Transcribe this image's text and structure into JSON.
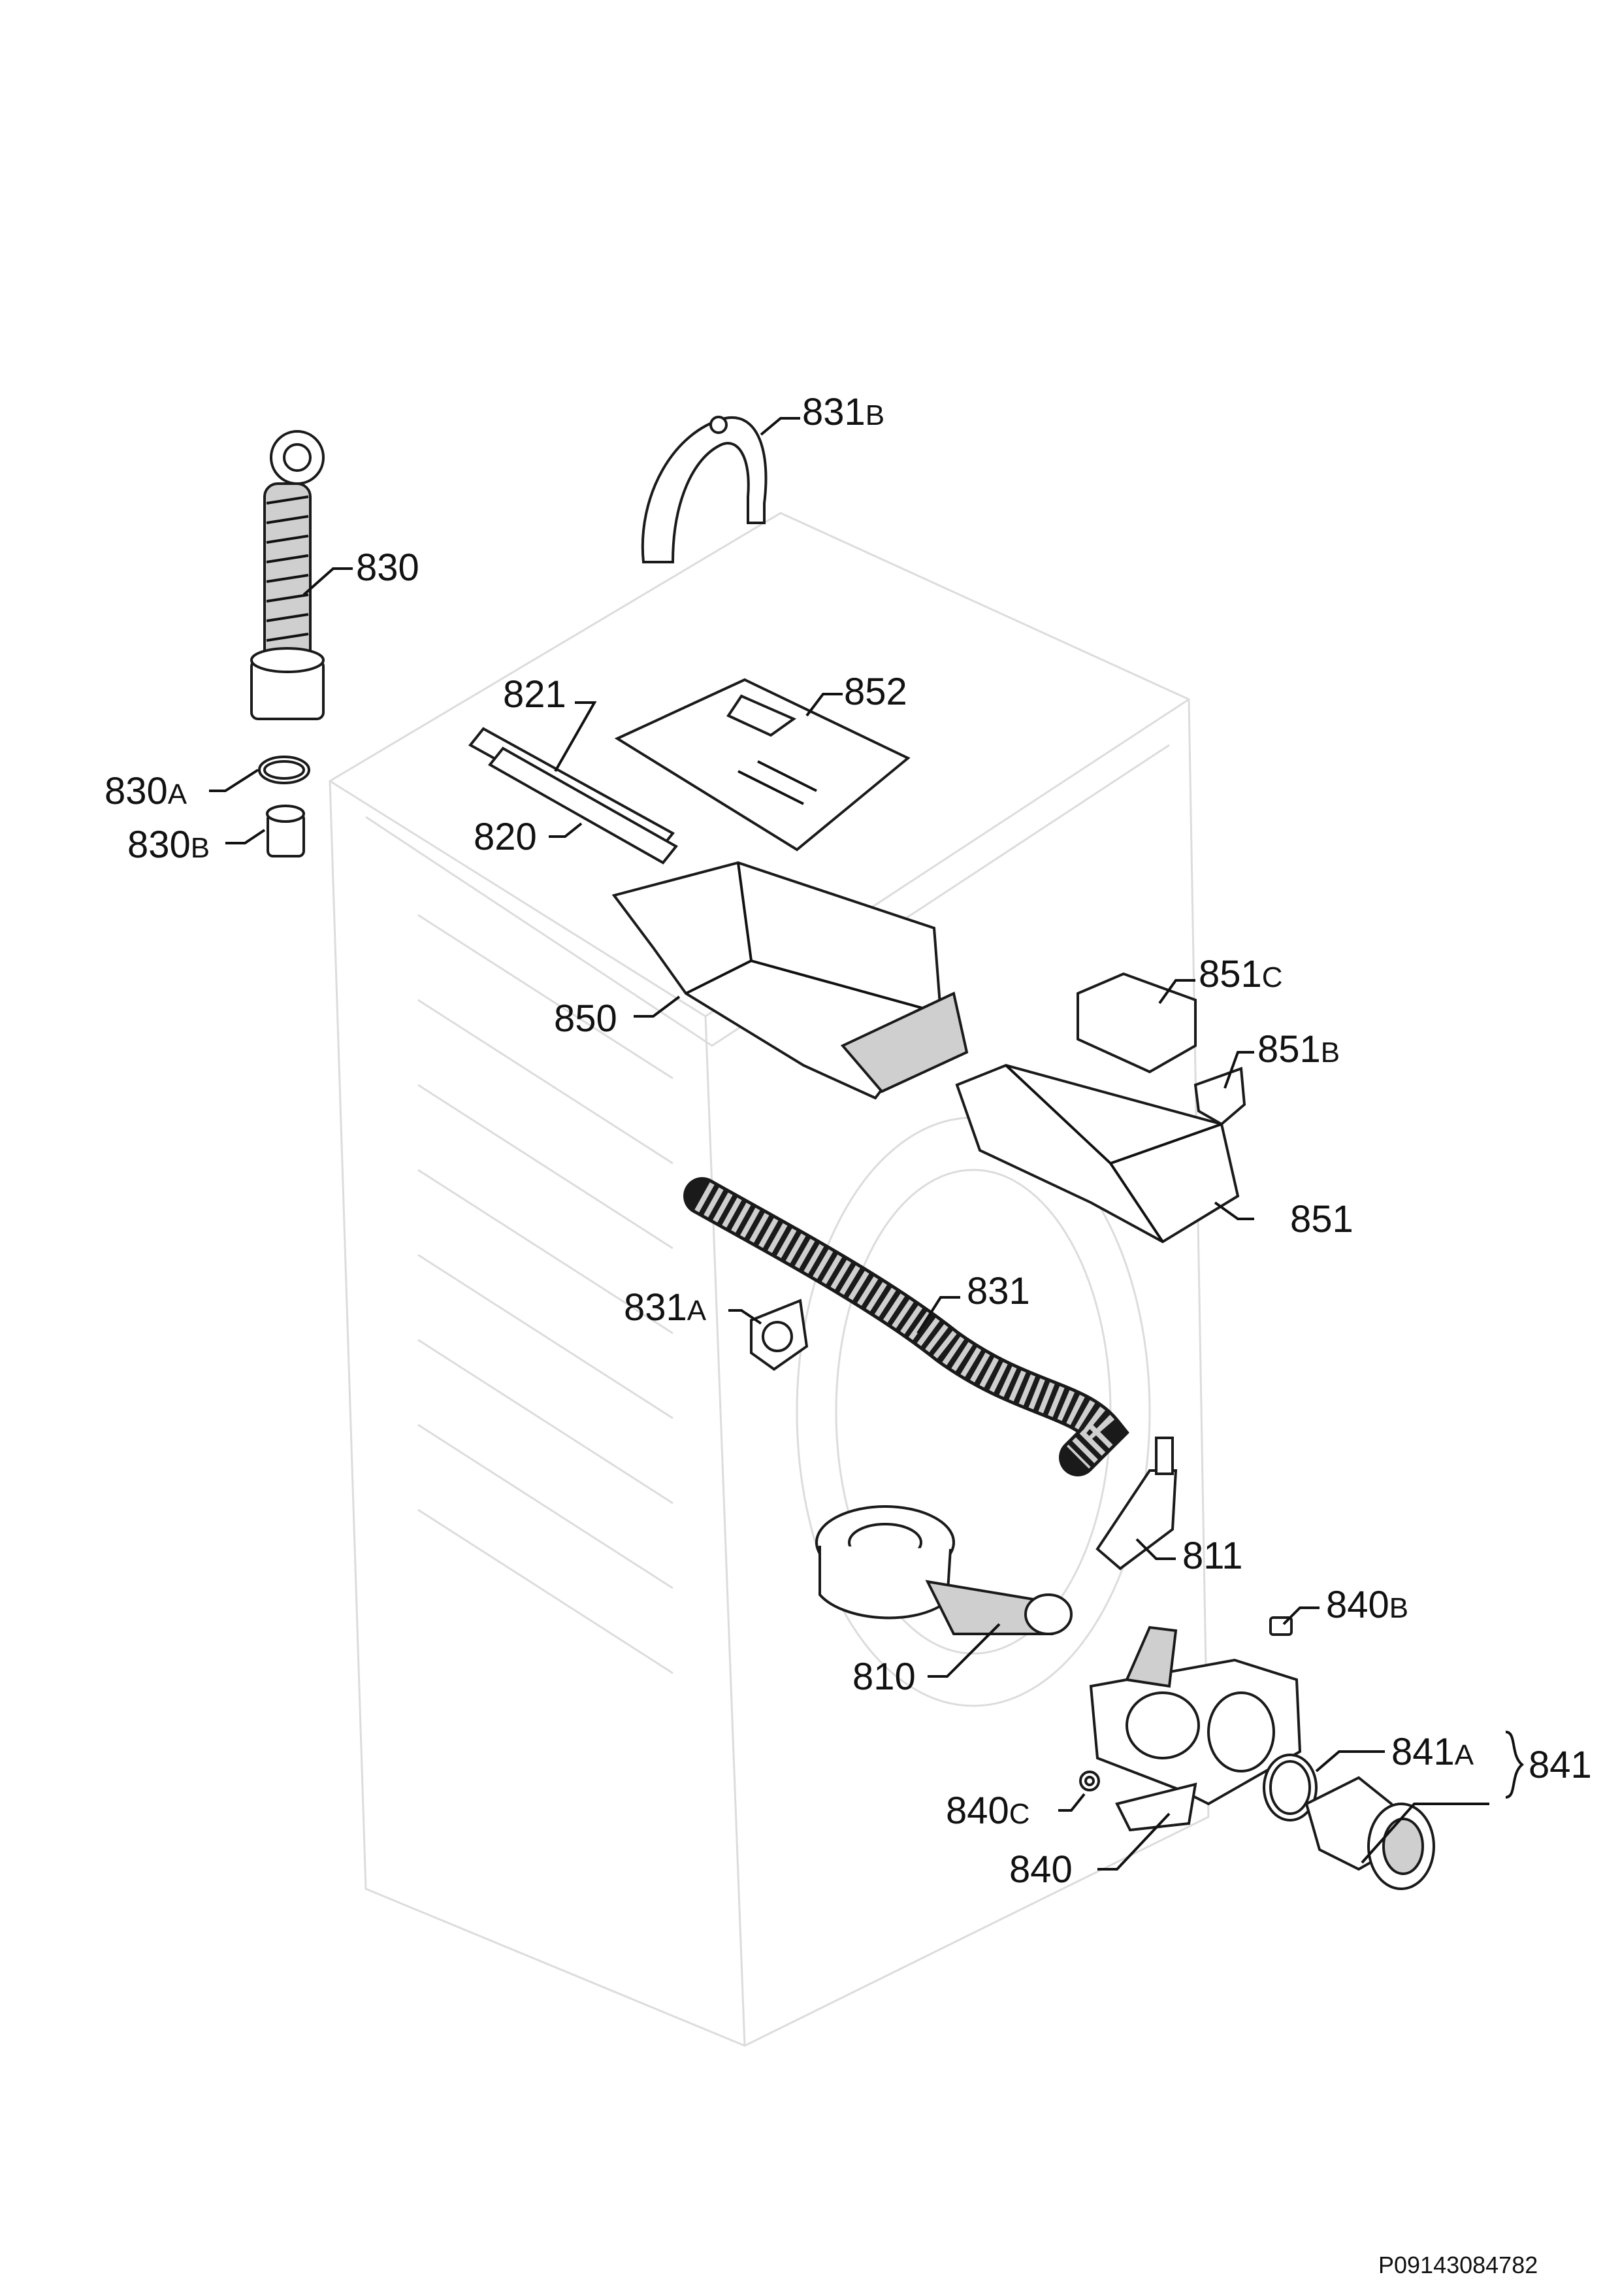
{
  "labels": {
    "l831b": {
      "num": "831",
      "suf": "B"
    },
    "l830": {
      "num": "830",
      "suf": ""
    },
    "l821": {
      "num": "821",
      "suf": ""
    },
    "l852": {
      "num": "852",
      "suf": ""
    },
    "l830a": {
      "num": "830",
      "suf": "A"
    },
    "l830b": {
      "num": "830",
      "suf": "B"
    },
    "l820": {
      "num": "820",
      "suf": ""
    },
    "l851c": {
      "num": "851",
      "suf": "C"
    },
    "l850": {
      "num": "850",
      "suf": ""
    },
    "l851b": {
      "num": "851",
      "suf": "B"
    },
    "l851": {
      "num": "851",
      "suf": ""
    },
    "l831a": {
      "num": "831",
      "suf": "A"
    },
    "l831": {
      "num": "831",
      "suf": ""
    },
    "l811": {
      "num": "811",
      "suf": ""
    },
    "l840b": {
      "num": "840",
      "suf": "B"
    },
    "l810": {
      "num": "810",
      "suf": ""
    },
    "l841a": {
      "num": "841",
      "suf": "A"
    },
    "l841": {
      "num": "841",
      "suf": ""
    },
    "l840c": {
      "num": "840",
      "suf": "C"
    },
    "l840": {
      "num": "840",
      "suf": ""
    }
  },
  "document_code": "P09143084782"
}
